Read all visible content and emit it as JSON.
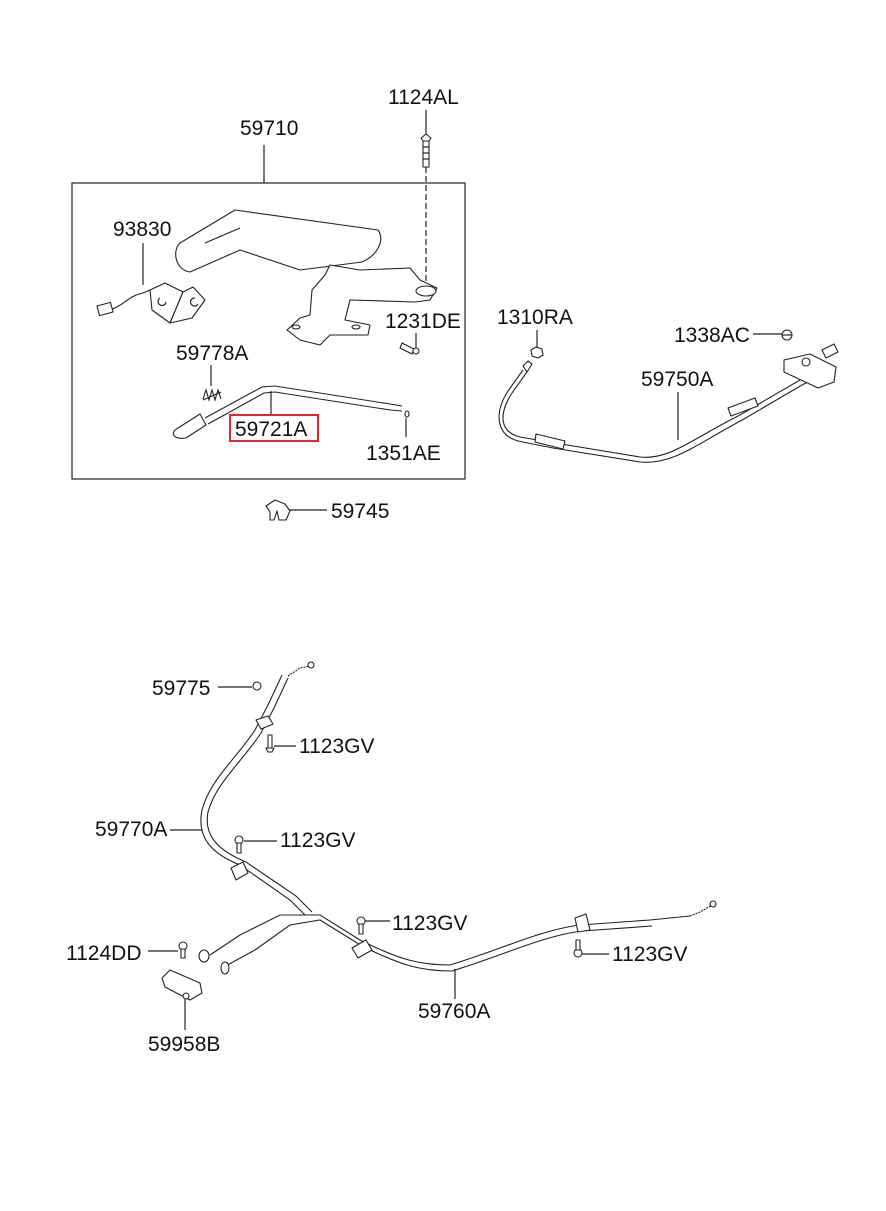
{
  "diagram": {
    "title": "Parking Brake Parts Diagram",
    "highlight_color": "#e8232a",
    "highlighted_part": "59721A",
    "labels": {
      "p1124AL": "1124AL",
      "p59710": "59710",
      "p93830": "93830",
      "p1231DE": "1231DE",
      "p59778A": "59778A",
      "p59721A": "59721A",
      "p1351AE": "1351AE",
      "p59745": "59745",
      "p1310RA": "1310RA",
      "p1338AC": "1338AC",
      "p59750A": "59750A",
      "p59775": "59775",
      "p1123GV_a": "1123GV",
      "p59770A": "59770A",
      "p1123GV_b": "1123GV",
      "p1123GV_c": "1123GV",
      "p1124DD": "1124DD",
      "p1123GV_d": "1123GV",
      "p59760A": "59760A",
      "p59958B": "59958B"
    }
  }
}
